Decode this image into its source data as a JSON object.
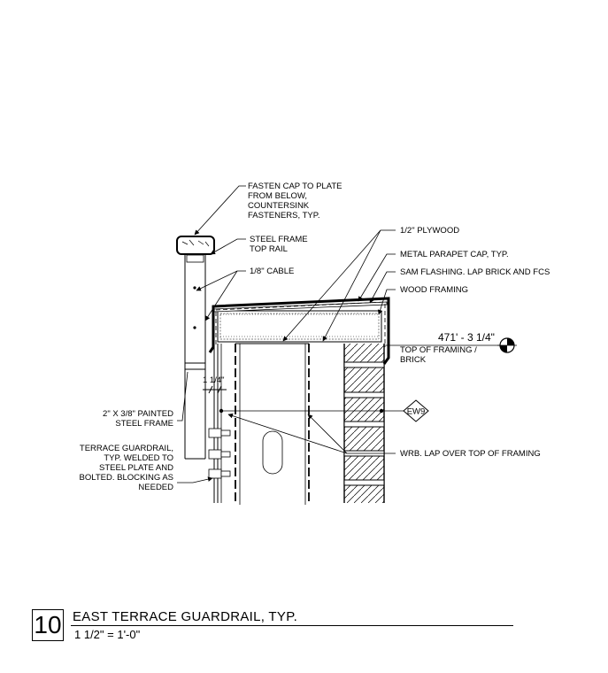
{
  "notes": {
    "fasten_cap": [
      "FASTEN CAP TO PLATE",
      "FROM BELOW,",
      "COUNTERSINK",
      "FASTENERS, TYP."
    ],
    "top_rail": [
      "STEEL FRAME",
      "TOP RAIL"
    ],
    "cable": "1/8\" CABLE",
    "plywood": "1/2\" PLYWOOD",
    "parapet_cap": "METAL PARAPET CAP, TYP.",
    "sam_flashing": "SAM FLASHING. LAP BRICK AND  FCS",
    "wood_framing": "WOOD FRAMING",
    "dimension": "1 1/4\"",
    "steel_frame": [
      "2\" X 3/8\" PAINTED",
      "STEEL FRAME"
    ],
    "guardrail": [
      "TERRACE GUARDRAIL,",
      "TYP. WELDED TO",
      "STEEL PLATE AND",
      "BOLTED. BLOCKING AS",
      "NEEDED"
    ],
    "wrb": "WRB. LAP OVER TOP OF  FRAMING"
  },
  "elevation": {
    "value": "471' - 3 1/4\"",
    "label": [
      "TOP OF FRAMING /",
      "BRICK"
    ]
  },
  "tag": "EW9",
  "title": {
    "number": "10",
    "name": "EAST TERRACE GUARDRAIL, TYP.",
    "scale": "1 1/2\" = 1'-0\""
  }
}
